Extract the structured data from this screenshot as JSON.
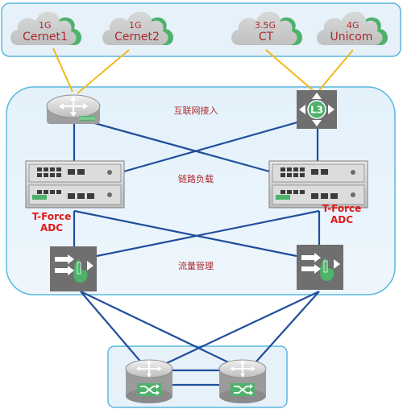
{
  "clouds": [
    {
      "speed": "1G",
      "name": "Cernet1"
    },
    {
      "speed": "1G",
      "name": "Cernet2"
    },
    {
      "speed": "3.5G",
      "name": "CT"
    },
    {
      "speed": "4G",
      "name": "Unicom"
    }
  ],
  "zones": {
    "internet_access": "互联网接入",
    "link_balancing": "链路负载",
    "traffic_management": "流量管理"
  },
  "l3_switch": {
    "badge": "L3"
  },
  "adc_left": {
    "line1": "T-Force",
    "line2": "ADC"
  },
  "adc_right": {
    "line1": "T-Force",
    "line2": "ADC"
  },
  "colors": {
    "cloud_fill": "#c9cbcb",
    "cloud_accent": "#4db26a",
    "cloud_text": "#b0282e",
    "uplink": "#f2b81a",
    "link": "#1f4e9c",
    "panel_fill": "#e7f1fa",
    "panel_border": "#5ab7dd",
    "zone_text": "#b0282e",
    "adc_text": "#e01818"
  }
}
